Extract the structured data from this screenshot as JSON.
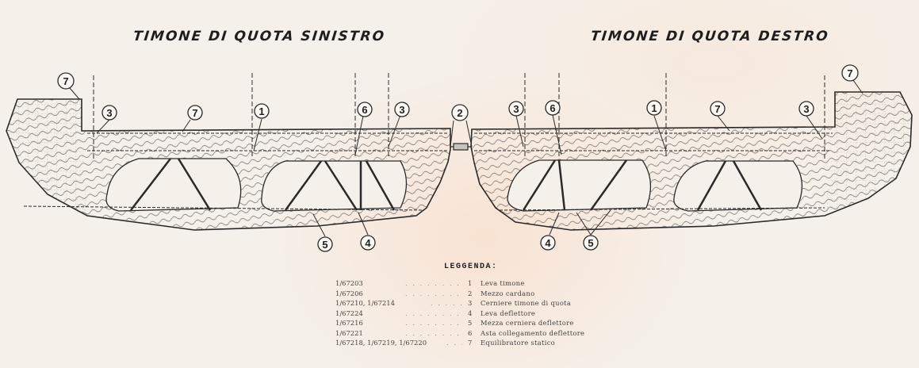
{
  "titles": {
    "left": "TIMONE DI QUOTA  SINISTRO",
    "right": "TIMONE DI QUOTA  DESTRO"
  },
  "callouts": [
    "1",
    "2",
    "3",
    "4",
    "5",
    "6",
    "7"
  ],
  "legend": {
    "title": "LEGGENDA:",
    "rows": [
      {
        "codes": "1/67203",
        "dots": ". . . . . . . . . . . . . . .",
        "number": "1",
        "text": "Leva timone"
      },
      {
        "codes": "1/67206",
        "dots": ". . . . . . . . . . . . . . .",
        "number": "2",
        "text": "Mezzo cardano"
      },
      {
        "codes": "1/67210,  1/67214",
        "dots": ". . . . . . . . . . . . . . .",
        "number": "3",
        "text": "Cerniere timone di quota"
      },
      {
        "codes": "1/67224",
        "dots": ". . . . . . . . . . . . . . .",
        "number": "4",
        "text": "Leva deflettore"
      },
      {
        "codes": "1/67216",
        "dots": ". . . . . . . . . . . . . . .",
        "number": "5",
        "text": "Mezza cerniera deflettore"
      },
      {
        "codes": "1/67221",
        "dots": ". . . . . . . . . . . . . . .",
        "number": "6",
        "text": "Asta collegamento deflettore"
      },
      {
        "codes": "1/67218,  1/67219,  1/67220",
        "dots": ". . . . . . . . . . . . . . .",
        "number": "7",
        "text": "Equilibratore statico"
      }
    ]
  },
  "colors": {
    "ink": "#2a2a2a",
    "paper": "#f6f0ea",
    "warm_tint": "#f8dcc6"
  }
}
